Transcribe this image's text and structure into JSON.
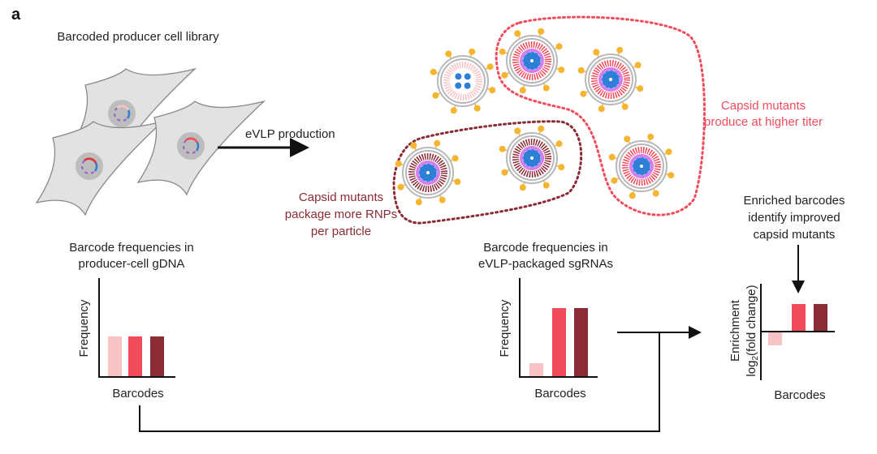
{
  "panel_label": "a",
  "texts": {
    "library_title": "Barcoded producer cell library",
    "production_label": "eVLP production",
    "titer_note": [
      "Capsid mutants",
      "produce at higher titer"
    ],
    "rnp_note": [
      "Capsid mutants",
      "package more RNPs",
      "per particle"
    ],
    "enriched_note": [
      "Enriched barcodes",
      "identify improved",
      "capsid mutants"
    ]
  },
  "colors": {
    "light": "#f8c3c5",
    "red": "#f04c5c",
    "dark": "#8a2b35",
    "cell": "#e2e2e2",
    "spike": "#f6b531",
    "rnp": "#2f7fd6"
  },
  "chart_data": [
    {
      "type": "bar",
      "title": [
        "Barcode frequencies in",
        "producer-cell gDNA"
      ],
      "ylabel": "Frequency",
      "xlabel": "Barcodes",
      "values": [
        1,
        1,
        1
      ],
      "series_colors": [
        "light",
        "red",
        "dark"
      ]
    },
    {
      "type": "bar",
      "title": [
        "Barcode frequencies in",
        "eVLP-packaged sgRNAs"
      ],
      "ylabel": "Frequency",
      "xlabel": "Barcodes",
      "values": [
        0.2,
        1,
        1
      ],
      "series_colors": [
        "light",
        "red",
        "dark"
      ]
    },
    {
      "type": "bar",
      "ylabel": [
        "Enrichment",
        "log2(fold change)"
      ],
      "xlabel": "Barcodes",
      "values": [
        -0.5,
        1,
        1
      ],
      "series_colors": [
        "light",
        "red",
        "dark"
      ]
    }
  ]
}
